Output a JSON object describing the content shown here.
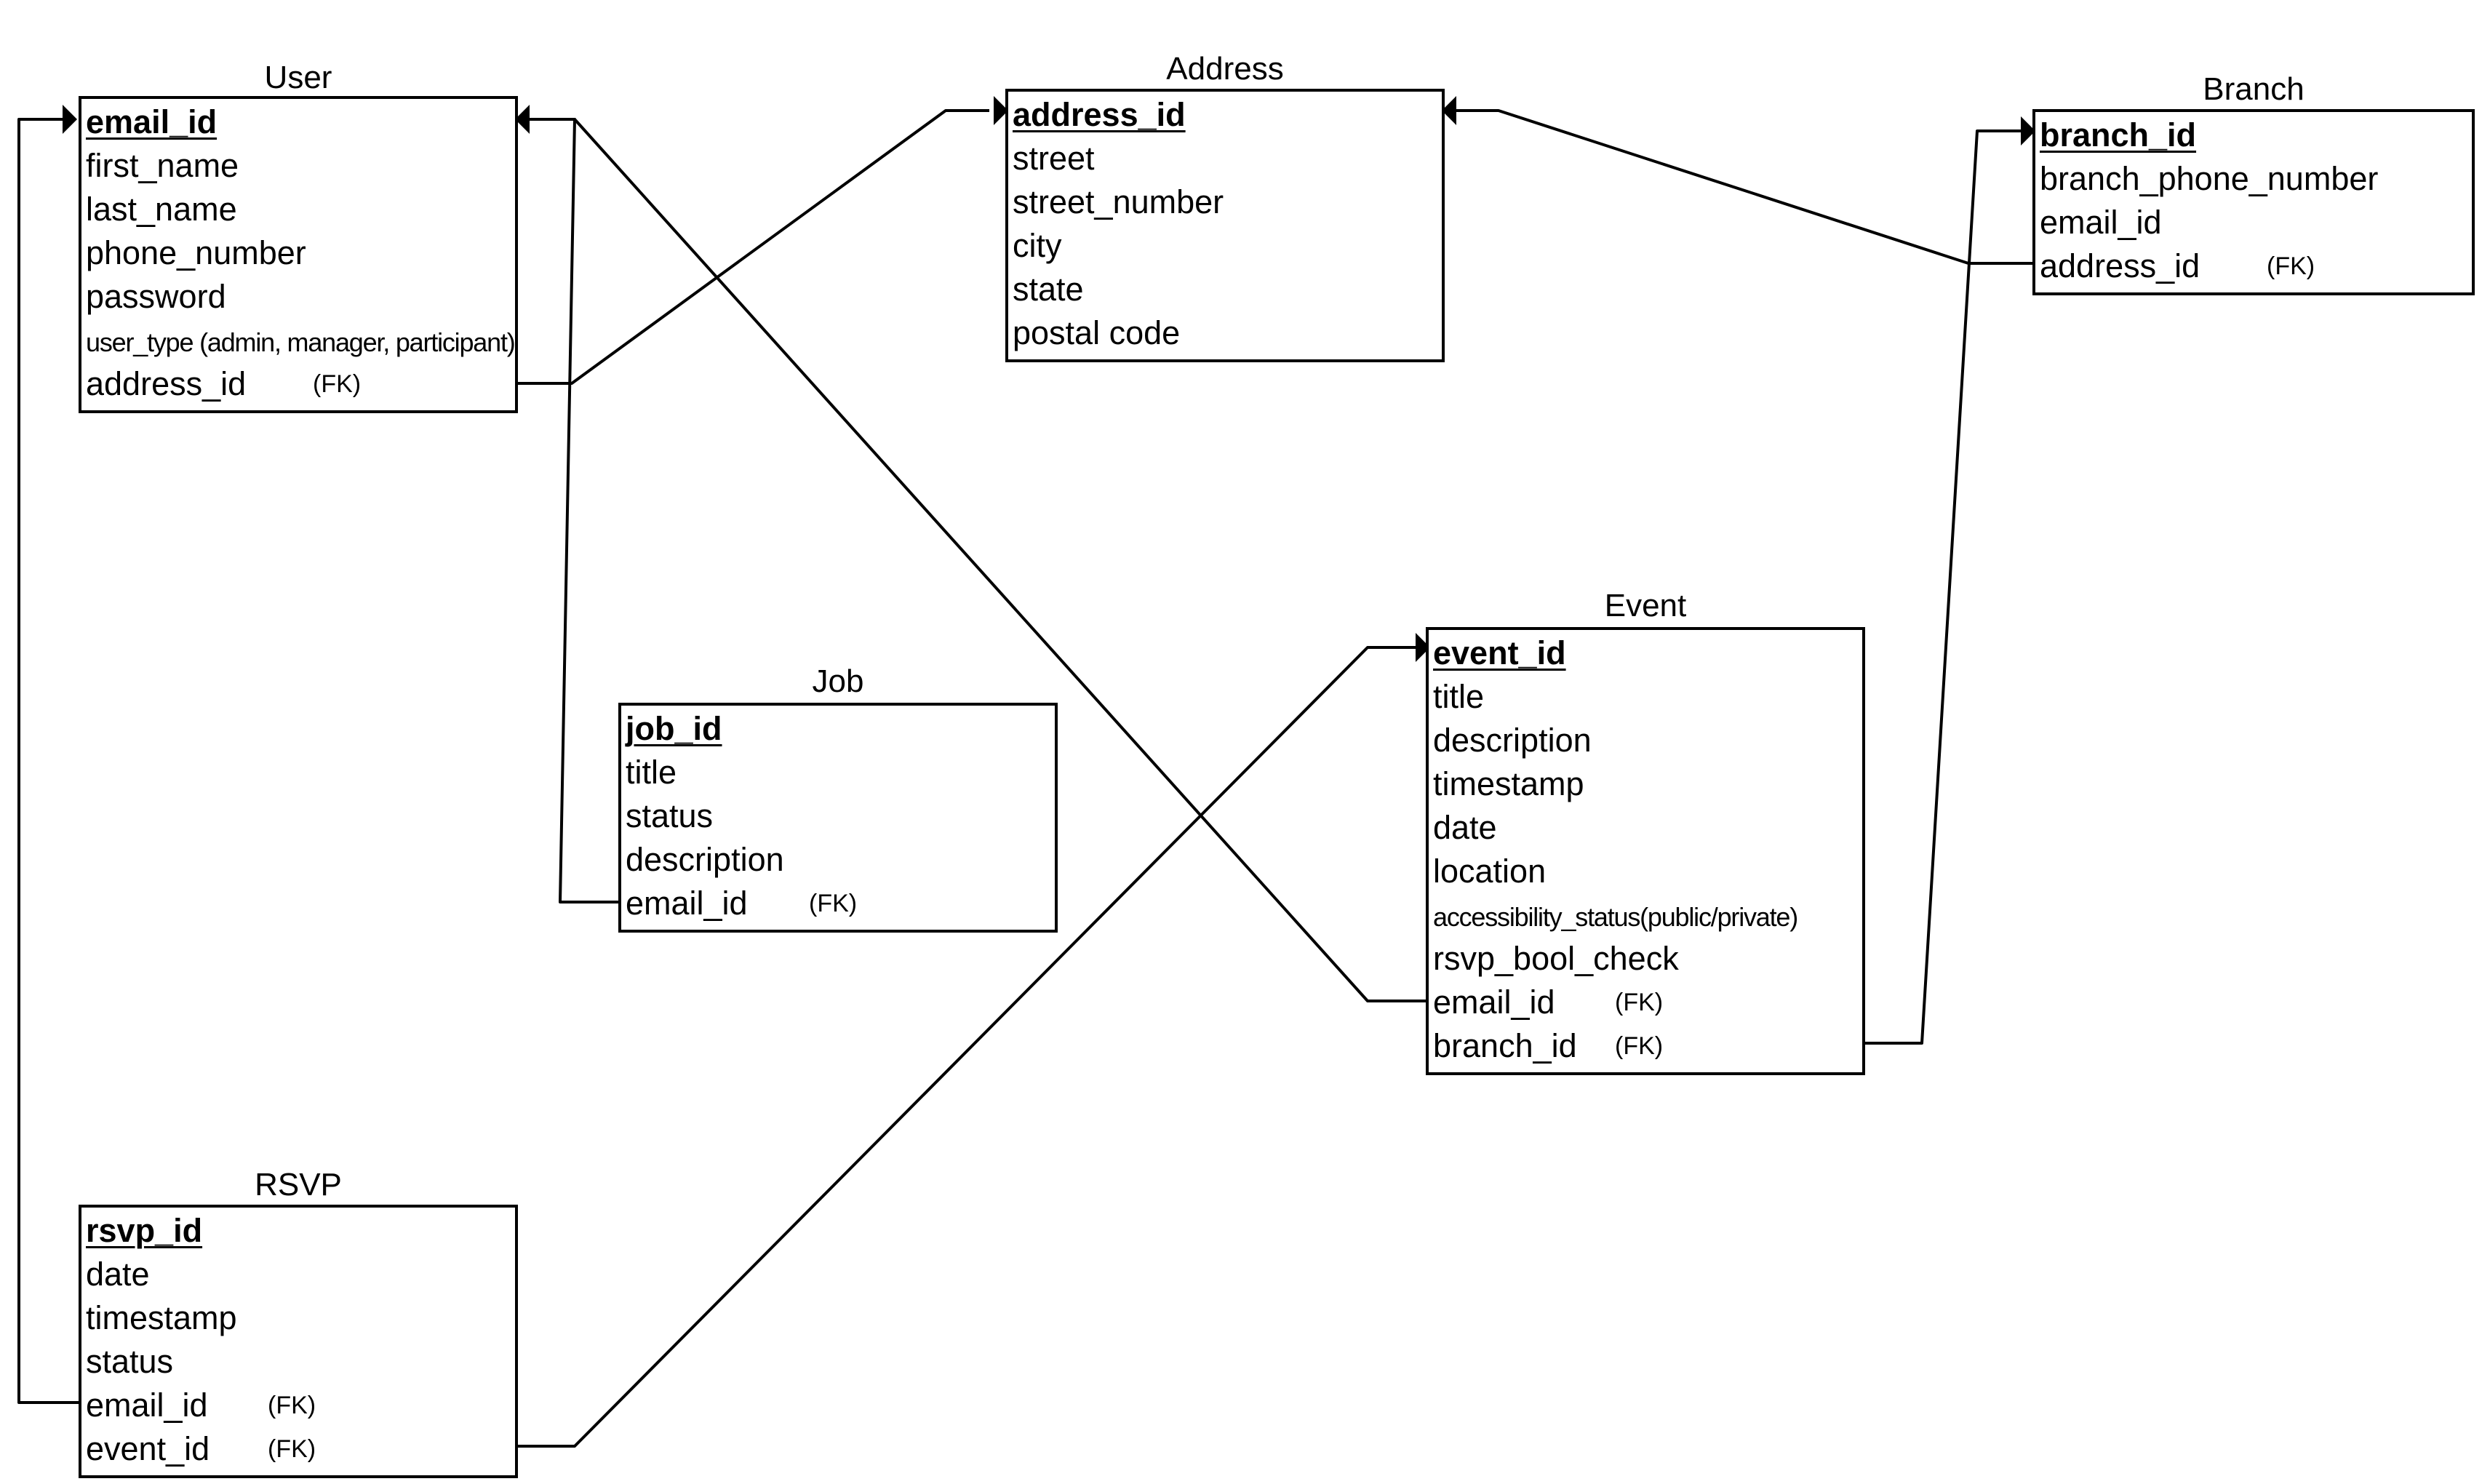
{
  "entities": {
    "user": {
      "title": "User",
      "attributes": [
        {
          "name": "email_id",
          "pk": true
        },
        {
          "name": "first_name"
        },
        {
          "name": "last_name"
        },
        {
          "name": "phone_number"
        },
        {
          "name": "password"
        },
        {
          "name": "user_type (admin, manager, participant)",
          "small": true
        },
        {
          "name": "address_id",
          "fk": "(FK)"
        }
      ]
    },
    "address": {
      "title": "Address",
      "attributes": [
        {
          "name": "address_id",
          "pk": true
        },
        {
          "name": "street"
        },
        {
          "name": "street_number"
        },
        {
          "name": "city"
        },
        {
          "name": "state"
        },
        {
          "name": "postal code"
        }
      ]
    },
    "branch": {
      "title": "Branch",
      "attributes": [
        {
          "name": "branch_id",
          "pk": true
        },
        {
          "name": "branch_phone_number"
        },
        {
          "name": "email_id"
        },
        {
          "name": "address_id",
          "fk": "(FK)"
        }
      ]
    },
    "job": {
      "title": "Job",
      "attributes": [
        {
          "name": "job_id",
          "pk": true
        },
        {
          "name": "title"
        },
        {
          "name": "status"
        },
        {
          "name": "description"
        },
        {
          "name": "email_id",
          "fk": "(FK)"
        }
      ]
    },
    "event": {
      "title": "Event",
      "attributes": [
        {
          "name": "event_id",
          "pk": true
        },
        {
          "name": "title"
        },
        {
          "name": "description"
        },
        {
          "name": "timestamp"
        },
        {
          "name": "date"
        },
        {
          "name": "location"
        },
        {
          "name": "accessibility_status(public/private)",
          "small": true
        },
        {
          "name": "rsvp_bool_check"
        },
        {
          "name": "email_id",
          "fk": "(FK)"
        },
        {
          "name": "branch_id",
          "fk": "(FK)"
        }
      ]
    },
    "rsvp": {
      "title": "RSVP",
      "attributes": [
        {
          "name": "rsvp_id",
          "pk": true
        },
        {
          "name": "date"
        },
        {
          "name": "timestamp"
        },
        {
          "name": "status"
        },
        {
          "name": "email_id",
          "fk": "(FK)"
        },
        {
          "name": "event_id",
          "fk": "(FK)"
        }
      ]
    }
  },
  "relationships": [
    {
      "from": "user.address_id",
      "to": "address.address_id"
    },
    {
      "from": "branch.address_id",
      "to": "address.address_id"
    },
    {
      "from": "job.email_id",
      "to": "user.email_id"
    },
    {
      "from": "event.email_id",
      "to": "user.email_id"
    },
    {
      "from": "rsvp.email_id",
      "to": "user.email_id"
    },
    {
      "from": "rsvp.event_id",
      "to": "event.event_id"
    },
    {
      "from": "event.branch_id",
      "to": "branch.branch_id"
    }
  ]
}
